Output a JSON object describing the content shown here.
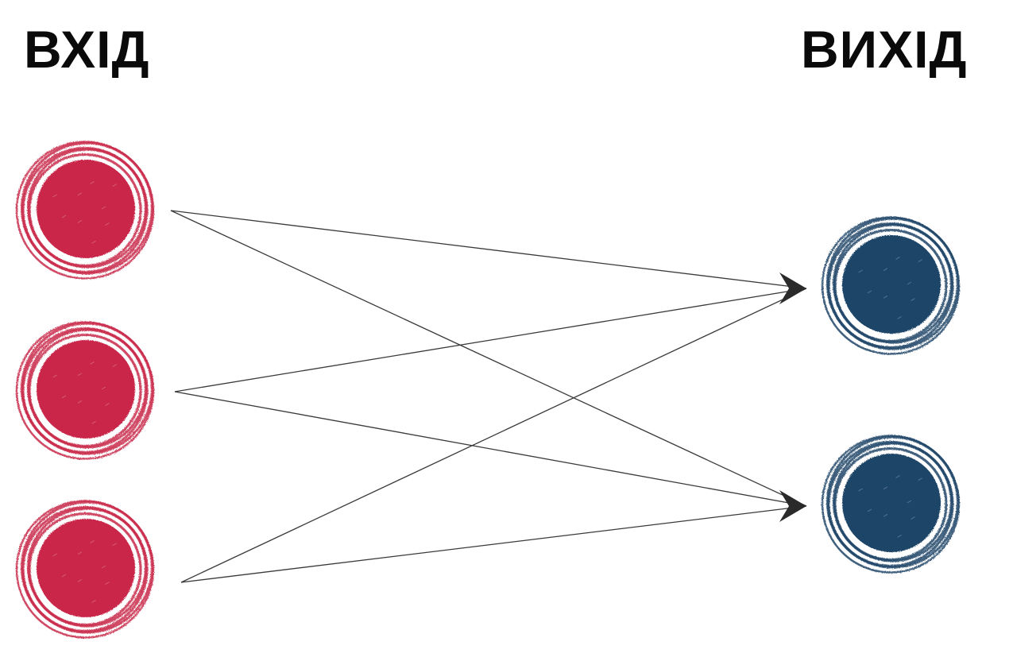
{
  "labels": {
    "input": "ВХІД",
    "output": "ВИХІД"
  },
  "colors": {
    "input_node": "#c9284a",
    "output_node": "#1c4468",
    "edge": "#3a3a3a"
  },
  "nodes": {
    "inputs": [
      {
        "id": "input-1"
      },
      {
        "id": "input-2"
      },
      {
        "id": "input-3"
      }
    ],
    "outputs": [
      {
        "id": "output-1"
      },
      {
        "id": "output-2"
      }
    ]
  },
  "edges": [
    {
      "from": "input-1",
      "to": "output-1"
    },
    {
      "from": "input-1",
      "to": "output-2"
    },
    {
      "from": "input-2",
      "to": "output-1"
    },
    {
      "from": "input-2",
      "to": "output-2"
    },
    {
      "from": "input-3",
      "to": "output-1"
    },
    {
      "from": "input-3",
      "to": "output-2"
    }
  ]
}
